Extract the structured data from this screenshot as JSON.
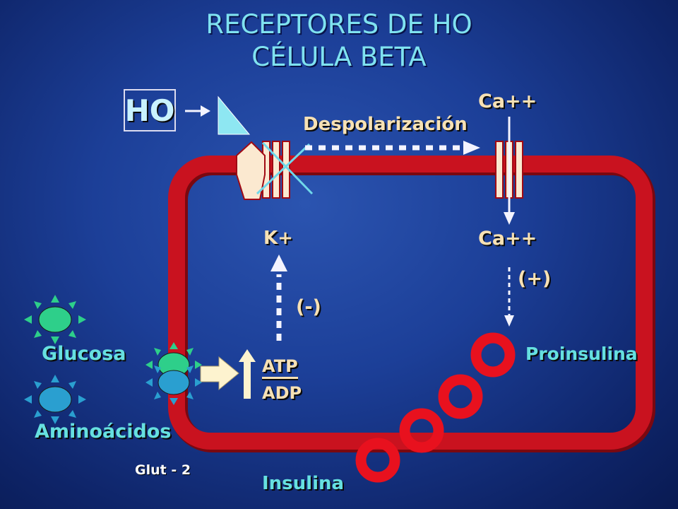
{
  "title": {
    "line1": "RECEPTORES DE HO",
    "line2": "CÉLULA BETA"
  },
  "labels": {
    "ho": "HO",
    "ca_top": "Ca++",
    "despolarizacion": "Despolarización",
    "k_plus": "K+",
    "ca_inner": "Ca++",
    "plus_sign": "(+)",
    "minus_sign": "(-)",
    "glucosa": "Glucosa",
    "aminoacidos": "Aminoácidos",
    "atp": "ATP",
    "adp": "ADP",
    "proinsulina": "Proinsulina",
    "insulina": "Insulina",
    "glut2": "Glut - 2"
  },
  "colors": {
    "membrane": "#c9121f",
    "title": "#7fe2f0",
    "label_tan": "#f7e1b4",
    "label_cyan": "#66e0e0",
    "receptor_cyan": "#7fe2f0",
    "glucose_green": "#2ecf8a",
    "aminoacid_blue": "#2a9fd0",
    "granule_red": "#e8111e"
  }
}
